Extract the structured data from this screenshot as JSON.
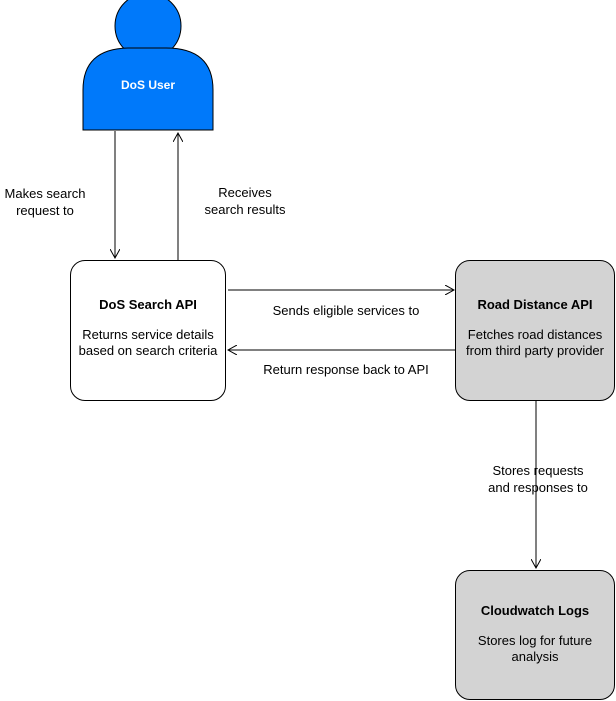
{
  "actor": {
    "label": "DoS User",
    "fill": "#0079FA"
  },
  "nodes": {
    "search_api": {
      "title": "DoS Search API",
      "description": "Returns service details\nbased on search criteria",
      "fill": "#FFFFFF"
    },
    "road_distance_api": {
      "title": "Road Distance API",
      "description": "Fetches road distances\nfrom third party provider",
      "fill": "#D3D3D3"
    },
    "cloudwatch_logs": {
      "title": "Cloudwatch Logs",
      "description": "Stores log for future\nanalysis",
      "fill": "#D3D3D3"
    }
  },
  "edges": {
    "user_to_search": {
      "label_line1": "Makes search",
      "label_line2": "request to"
    },
    "search_to_user": {
      "label_line1": "Receives",
      "label_line2": "search results"
    },
    "search_to_road": {
      "label": "Sends eligible services to"
    },
    "road_to_search": {
      "label": "Return response back to API"
    },
    "road_to_logs": {
      "label_line1": "Stores requests",
      "label_line2": "and responses to"
    }
  }
}
